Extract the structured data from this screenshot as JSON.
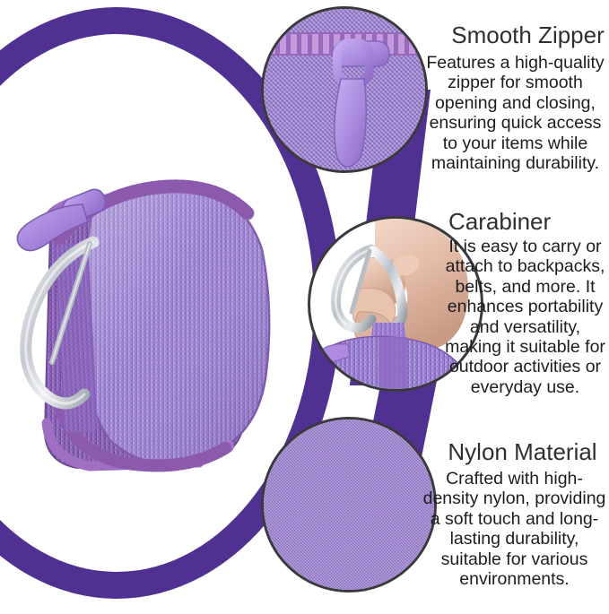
{
  "product": {
    "name": "purple-hard-shell-earbud-case",
    "body_color": "#9a7fd0",
    "accent_ring_color": "#503191",
    "zipper_color": "#a06fc0",
    "carabiner_color": "#c8ccd2",
    "pull_tab_color": "#ab8ee0"
  },
  "features": [
    {
      "id": "smooth-zipper",
      "title": "Smooth Zipper",
      "body": "Features a high-quality zipper for smooth opening and closing, ensuring quick access to your items while maintaining durability.",
      "photo": "zipper-slider-closeup"
    },
    {
      "id": "carabiner",
      "title": "Carabiner",
      "body": "It is easy to carry or attach to backpacks, belts, and more. It enhances portability and versatility, making it suitable for outdoor activities or everyday use.",
      "photo": "hand-holding-carabiner-closeup"
    },
    {
      "id": "nylon-material",
      "title": "Nylon Material",
      "body": "Crafted with high-density nylon, providing a soft touch and long-lasting durability, suitable for various environments.",
      "photo": "woven-nylon-fabric-closeup"
    }
  ]
}
